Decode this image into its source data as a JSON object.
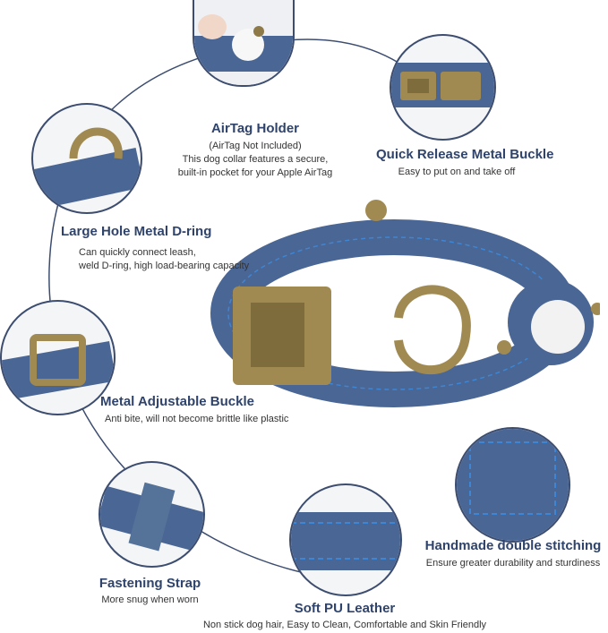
{
  "features": {
    "airtag": {
      "title": "AirTag Holder",
      "line1": "(AirTag Not Included)",
      "line2": "This dog collar features a secure,",
      "line3": "built-in pocket for your Apple AirTag"
    },
    "buckle": {
      "title": "Quick Release Metal Buckle",
      "line1": "Easy to put on and take off"
    },
    "dring": {
      "title": "Large Hole Metal D-ring",
      "line1": "Can quickly connect leash,",
      "line2": "weld D-ring, high load-bearing capacity"
    },
    "adjust": {
      "title": "Metal Adjustable Buckle",
      "line1": "Anti bite, will not become brittle like plastic"
    },
    "stitch": {
      "title": "Handmade double stitching",
      "line1": "Ensure greater durability and sturdiness"
    },
    "strap": {
      "title": "Fastening Strap",
      "line1": "More snug when worn"
    },
    "leather": {
      "title": "Soft PU Leather",
      "line1": "Non stick dog hair, Easy to Clean, Comfortable and Skin Friendly"
    }
  },
  "colors": {
    "navy": "#2f436b",
    "leather": "#4a6694",
    "brass": "#a08a52",
    "stitch": "#3d86d6"
  }
}
